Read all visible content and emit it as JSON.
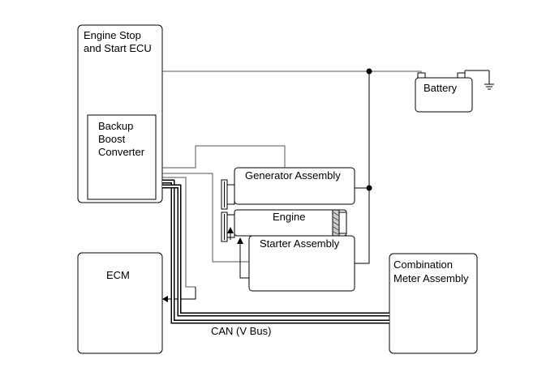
{
  "components": {
    "ecu_line1": "Engine Stop",
    "ecu_line2": "and Start ECU",
    "boost_line1": "Backup",
    "boost_line2": "Boost",
    "boost_line3": "Converter",
    "battery": "Battery",
    "generator": "Generator Assembly",
    "engine": "Engine",
    "starter": "Starter Assembly",
    "ecm": "ECM",
    "meter_line1": "Combination",
    "meter_line2": "Meter Assembly"
  },
  "bus": {
    "label": "CAN (V Bus)"
  }
}
